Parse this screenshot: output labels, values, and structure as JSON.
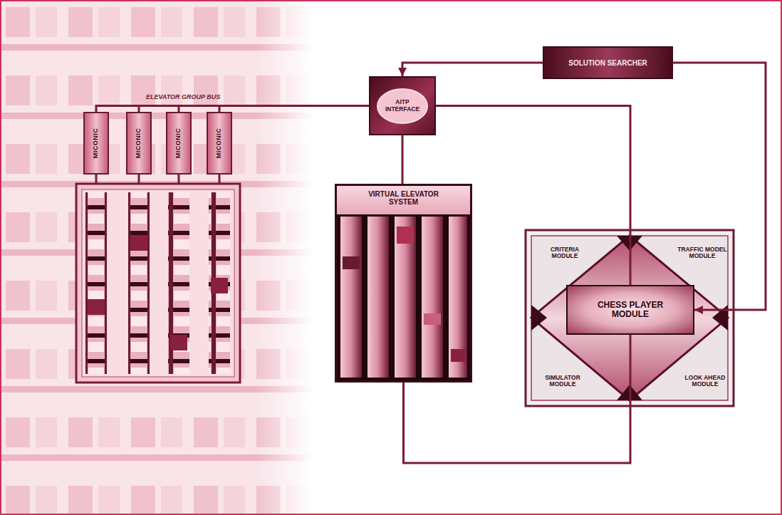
{
  "diagram": {
    "nodes": [
      {
        "text": [
          "MICONIC"
        ]
      },
      {
        "text": [
          "MICONIC"
        ]
      },
      {
        "text": [
          "MICONIC"
        ]
      },
      {
        "text": [
          "MICONIC"
        ]
      },
      {
        "text": [
          "AITP INTERFACE"
        ]
      },
      {
        "text": [
          "SOLUTION SEARCHER"
        ]
      },
      {
        "text": [
          "VIRTUAL ELEVATOR SYSTEM"
        ]
      },
      {
        "text": [
          "CRITERIA MODULE"
        ]
      },
      {
        "text": [
          "TRAFFIC MODEL MODULE"
        ]
      },
      {
        "text": [
          "CHESS PLAYER MODULE"
        ]
      },
      {
        "text": [
          "SIMULATOR MODULE"
        ]
      },
      {
        "text": [
          "LOOK AHEAD MODULE"
        ]
      }
    ],
    "edges": [
      {
        "from": 4,
        "to": 0,
        "arrow": "none"
      },
      {
        "from": 4,
        "to": 1,
        "arrow": "none"
      },
      {
        "from": 4,
        "to": 2,
        "arrow": "none"
      },
      {
        "from": 4,
        "to": 3,
        "arrow": "none"
      },
      {
        "from": 5,
        "to": 4,
        "arrow": "to"
      },
      {
        "from": 5,
        "to": 9,
        "arrow": "to"
      },
      {
        "from": 4,
        "to": 9,
        "arrow": "none"
      },
      {
        "from": 4,
        "to": 6,
        "arrow": "none"
      },
      {
        "from": 6,
        "to": 9,
        "arrow": "none"
      }
    ],
    "labels": [
      "ELEVATOR GROUP BUS"
    ]
  }
}
